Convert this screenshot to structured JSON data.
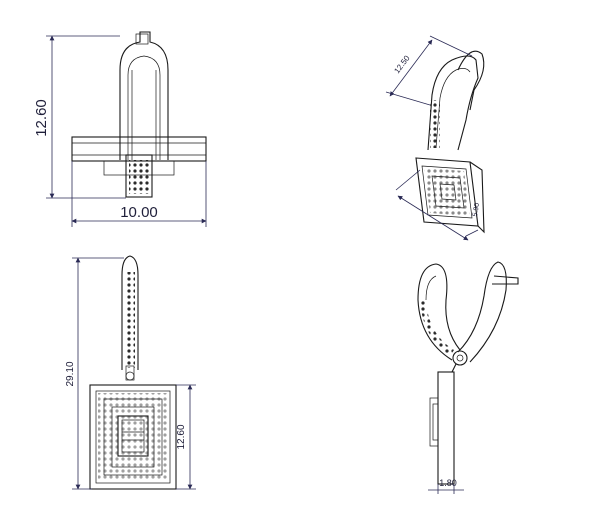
{
  "drawing": {
    "views": {
      "top_view": {
        "height_dimension": "12.60",
        "width_dimension": "10.00"
      },
      "isometric_view": {
        "hook_dimension": "12.50",
        "pendant_dimension": "5.90"
      },
      "front_view": {
        "total_length_dimension": "29.10",
        "pendant_height_dimension": "12.60"
      },
      "side_view": {
        "thickness_dimension": "1.80"
      }
    }
  }
}
